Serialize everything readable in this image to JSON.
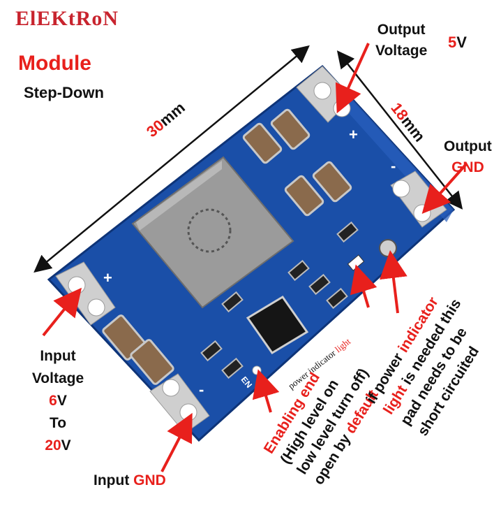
{
  "brand": "ElEKtRoN",
  "title": {
    "line1": "Module",
    "line2": "Step-Down"
  },
  "dims": {
    "length_num": "30",
    "length_unit": "mm",
    "width_num": "18",
    "width_unit": "mm"
  },
  "output_voltage": {
    "line1": "Output",
    "line2": "Voltage",
    "value_num": "5",
    "value_unit": "V"
  },
  "output_gnd": {
    "line1": "Output",
    "line2": "GND"
  },
  "input_voltage": {
    "line1": "Input",
    "line2": "Voltage",
    "min_num": "6",
    "min_unit": "V",
    "to": "To",
    "max_num": "20",
    "max_unit": "V"
  },
  "input_gnd": {
    "prefix": "Input ",
    "gnd": "GND"
  },
  "pcb": {
    "plus": "+",
    "minus": "-",
    "en_label": "EN"
  },
  "power_light": {
    "black": "power indicator ",
    "red": "light"
  },
  "enable_end": {
    "line1": "Enabling end",
    "line2": "(High level on",
    "line3": "low level turn off)",
    "line4_black": "open by ",
    "line4_red": "default"
  },
  "indicator_note": {
    "line1_black": "if power ",
    "line1_red": "indicator",
    "line2_red": "light",
    "line2_black": " is needed this",
    "line3": "pad needs to be",
    "line4": "short circuited"
  },
  "colors": {
    "pcb_blue": "#1a4fa8",
    "accent_red": "#e8201c",
    "pad_silver": "#cfcfcf"
  }
}
